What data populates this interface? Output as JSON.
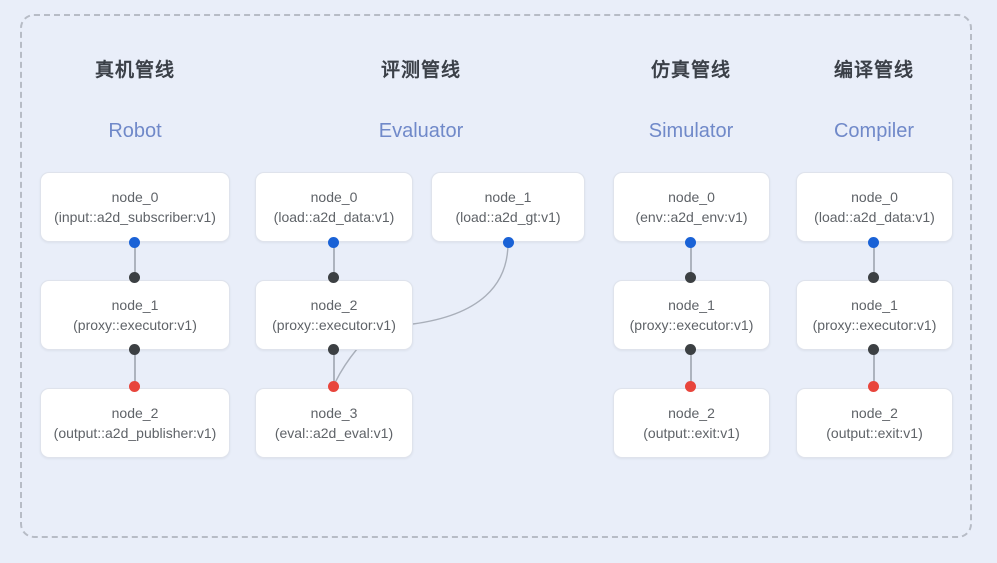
{
  "diagram": {
    "frame_label": "pipeline-group-frame",
    "background_color": "#e9eef9",
    "frame_border_color": "#b7bcc6",
    "port_colors": {
      "output_port": "#1a62d6",
      "input_port": "#3c4043",
      "terminal_port": "#e8453c"
    },
    "columns": [
      {
        "title_cn": "真机管线",
        "title_en": "Robot",
        "nodes": [
          {
            "id": "node_0",
            "type": "(input::a2d_subscriber:v1)"
          },
          {
            "id": "node_1",
            "type": "(proxy::executor:v1)"
          },
          {
            "id": "node_2",
            "type": "(output::a2d_publisher:v1)"
          }
        ]
      },
      {
        "title_cn": "评测管线",
        "title_en": "Evaluator",
        "nodes": [
          {
            "id": "node_0",
            "type": "(load::a2d_data:v1)"
          },
          {
            "id": "node_2",
            "type": "(proxy::executor:v1)"
          },
          {
            "id": "node_3",
            "type": "(eval::a2d_eval:v1)"
          },
          {
            "id": "node_1",
            "type": "(load::a2d_gt:v1)"
          }
        ]
      },
      {
        "title_cn": "仿真管线",
        "title_en": "Simulator",
        "nodes": [
          {
            "id": "node_0",
            "type": "(env::a2d_env:v1)"
          },
          {
            "id": "node_1",
            "type": "(proxy::executor:v1)"
          },
          {
            "id": "node_2",
            "type": "(output::exit:v1)"
          }
        ]
      },
      {
        "title_cn": "编译管线",
        "title_en": "Compiler",
        "nodes": [
          {
            "id": "node_0",
            "type": "(load::a2d_data:v1)"
          },
          {
            "id": "node_1",
            "type": "(proxy::executor:v1)"
          },
          {
            "id": "node_2",
            "type": "(output::exit:v1)"
          }
        ]
      }
    ]
  }
}
